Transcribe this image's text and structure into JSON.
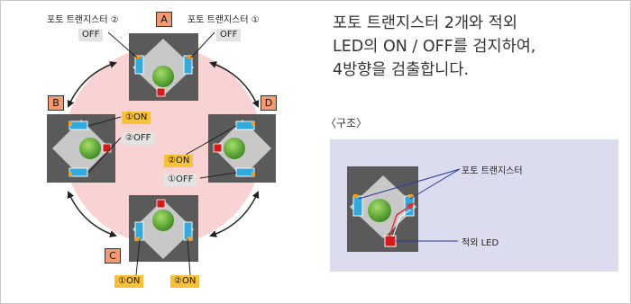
{
  "modules": {
    "A": {
      "letter": "A"
    },
    "B": {
      "letter": "B"
    },
    "C": {
      "letter": "C"
    },
    "D": {
      "letter": "D"
    }
  },
  "labels": {
    "sensor2": "포토 트랜지스터 ②",
    "sensor1": "포토 트랜지스터 ①",
    "a_left_state": "OFF",
    "a_right_state": "OFF",
    "b_on": "①ON",
    "b_off": "②OFF",
    "d_on": "②ON",
    "d_off": "①OFF",
    "c_left": "①ON",
    "c_right": "②ON"
  },
  "description": {
    "line1": "포토 트랜지스터 2개와 적외",
    "line2": "LED의 ON / OFF를 검지하여,",
    "line3": "4방향을 검출합니다."
  },
  "structure": {
    "heading": "〈구조〉",
    "phototransistor_label": "포토 트랜지스터",
    "ir_led_label": "적외 LED"
  },
  "colors": {
    "module_bg": "#5a5a5a",
    "diamond": "#c8c8c8",
    "sensor": "#33aadd",
    "led": "#d61a1a",
    "ball": "#4a9a2a",
    "circle": "#f7cfcf",
    "struct_panel": "#dcdcef",
    "tag_on": "#f7c23a",
    "tag_off": "#e3e3e3",
    "letter_box": "#f39a72"
  }
}
